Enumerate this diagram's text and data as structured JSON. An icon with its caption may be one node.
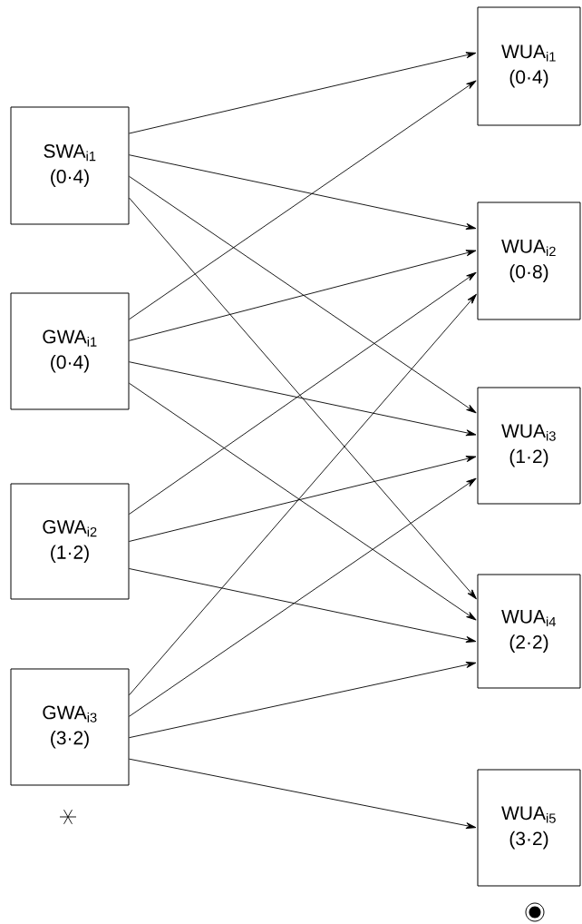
{
  "diagram": {
    "nodes": [
      {
        "text": [
          "SWA$_{i1}$",
          "(0·4)"
        ]
      },
      {
        "text": [
          "GWA$_{i1}$",
          "(0·4)"
        ]
      },
      {
        "text": [
          "GWA$_{i2}$",
          "(1·2)"
        ]
      },
      {
        "text": [
          "GWA$_{i3}$",
          "(3·2)"
        ]
      },
      {
        "text": [
          "WUA$_{i1}$",
          "(0·4)"
        ]
      },
      {
        "text": [
          "WUA$_{i2}$",
          "(0·8)"
        ]
      },
      {
        "text": [
          "WUA$_{i3}$",
          "(1·2)"
        ]
      },
      {
        "text": [
          "WUA$_{i4}$",
          "(2·2)"
        ]
      },
      {
        "text": [
          "WUA$_{i5}$",
          "(3·2)"
        ]
      }
    ],
    "edges": [
      {
        "from": 0,
        "to": 4,
        "arrow": "to"
      },
      {
        "from": 0,
        "to": 5,
        "arrow": "to"
      },
      {
        "from": 0,
        "to": 6,
        "arrow": "to"
      },
      {
        "from": 0,
        "to": 7,
        "arrow": "to"
      },
      {
        "from": 1,
        "to": 4,
        "arrow": "to"
      },
      {
        "from": 1,
        "to": 5,
        "arrow": "to"
      },
      {
        "from": 1,
        "to": 6,
        "arrow": "to"
      },
      {
        "from": 1,
        "to": 7,
        "arrow": "to"
      },
      {
        "from": 2,
        "to": 5,
        "arrow": "to"
      },
      {
        "from": 2,
        "to": 6,
        "arrow": "to"
      },
      {
        "from": 2,
        "to": 7,
        "arrow": "to"
      },
      {
        "from": 3,
        "to": 5,
        "arrow": "to"
      },
      {
        "from": 3,
        "to": 6,
        "arrow": "to"
      },
      {
        "from": 3,
        "to": 7,
        "arrow": "to"
      },
      {
        "from": 3,
        "to": 8,
        "arrow": "to"
      }
    ]
  }
}
